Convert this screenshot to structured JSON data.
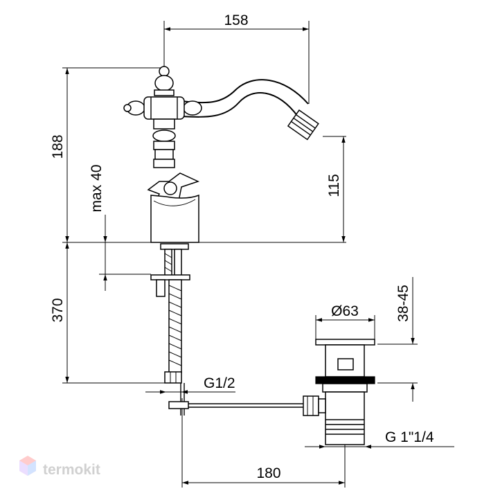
{
  "dimensions": {
    "spout_reach": "158",
    "total_height": "188",
    "spout_height": "115",
    "max_deck": "max 40",
    "hose_length": "370",
    "hose_thread": "G1/2",
    "drain_diameter": "Ø63",
    "drain_height": "38-45",
    "drain_thread": "G 1\"1/4",
    "drain_offset": "180"
  },
  "watermark": {
    "text": "termokit",
    "colors": [
      "#ff6b6b",
      "#7fb3ff",
      "#c9a7ff"
    ]
  }
}
